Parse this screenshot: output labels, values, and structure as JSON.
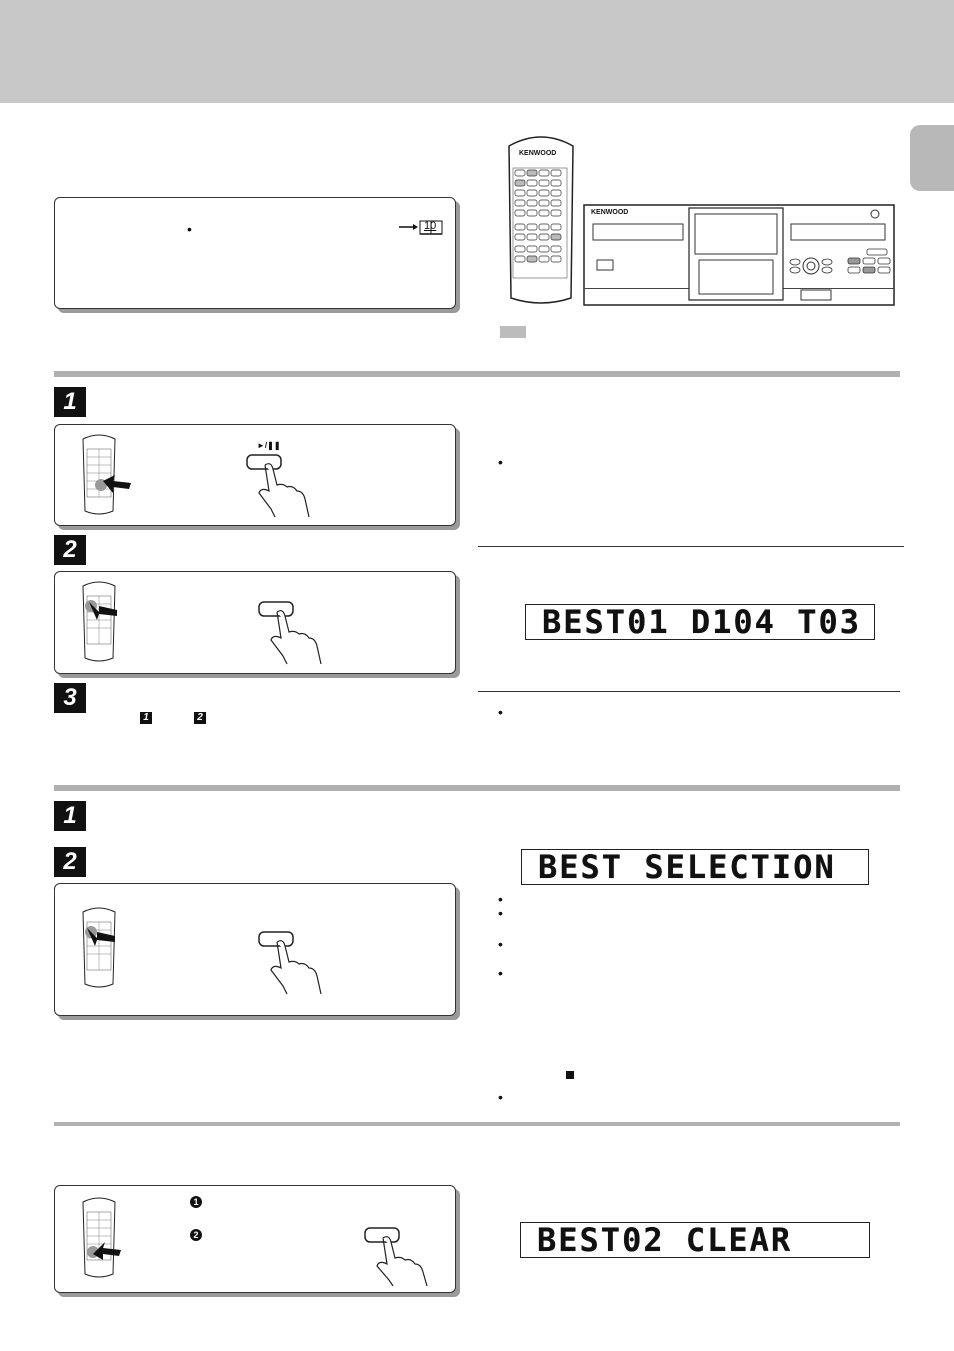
{
  "header": {
    "band_color": "#c8c8c8"
  },
  "info_box": {
    "page_ref": "10"
  },
  "play_pause_label": "►/❚❚",
  "section_program": {
    "step1": "1",
    "step2": "2",
    "step3": "3",
    "step3_refs": [
      "1",
      "2"
    ]
  },
  "section_best": {
    "step1": "1",
    "step2": "2"
  },
  "section_clear": {
    "substeps": [
      "1",
      "2"
    ]
  },
  "displays": {
    "best_track": "BEST01 D104 T03",
    "best_selection": "BEST SELECTION",
    "best_clear": "BEST02 CLEAR"
  },
  "brand": {
    "remote": "KENWOOD",
    "player": "KENWOOD"
  }
}
